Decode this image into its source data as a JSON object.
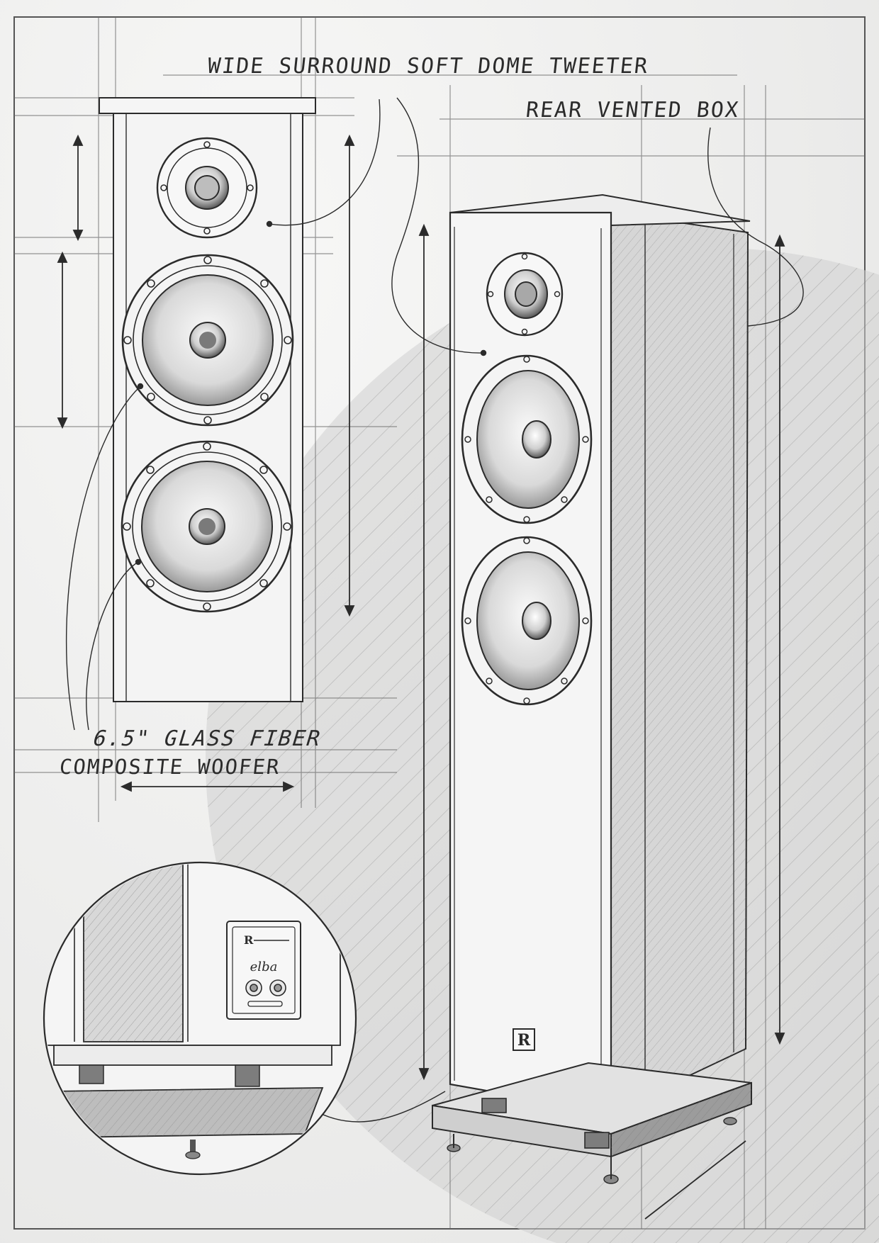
{
  "callouts": {
    "tweeter": "WIDE SURROUND SOFT DOME  TWEETER",
    "box": "REAR VENTED  BOX",
    "woofer_line1": "6.5\" GLASS FIBER",
    "woofer_line2": "COMPOSITE  WOOFER"
  },
  "speaker": {
    "logo_mark": "R",
    "plate_brand": "R",
    "plate_model": "elba"
  },
  "colors": {
    "paper": "#f2f2f1",
    "ink": "#2b2b2b",
    "shade": "#8a8a8a"
  }
}
